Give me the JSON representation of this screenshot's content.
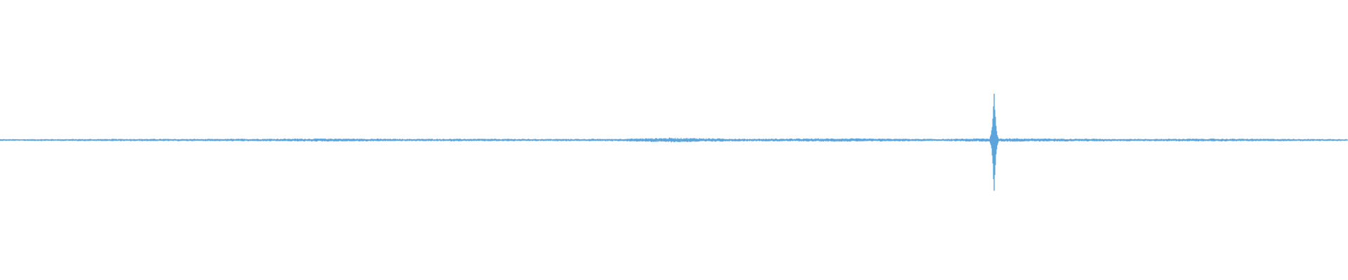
{
  "waveform": {
    "color": "#5ba4dc",
    "background": "#ffffff",
    "baseline_amplitude": 0.025,
    "segments": [
      {
        "at": 0.0,
        "amplitude": 0.02
      },
      {
        "at": 0.05,
        "amplitude": 0.022
      },
      {
        "at": 0.1,
        "amplitude": 0.026
      },
      {
        "at": 0.15,
        "amplitude": 0.024
      },
      {
        "at": 0.205,
        "amplitude": 0.03
      },
      {
        "at": 0.248,
        "amplitude": 0.034
      },
      {
        "at": 0.3,
        "amplitude": 0.026
      },
      {
        "at": 0.335,
        "amplitude": 0.028
      },
      {
        "at": 0.4,
        "amplitude": 0.025
      },
      {
        "at": 0.455,
        "amplitude": 0.026
      },
      {
        "at": 0.499,
        "amplitude": 0.05
      },
      {
        "at": 0.55,
        "amplitude": 0.028
      },
      {
        "at": 0.625,
        "amplitude": 0.036
      },
      {
        "at": 0.7,
        "amplitude": 0.024
      },
      {
        "at": 0.737,
        "amplitude": 0.04
      },
      {
        "at": 0.769,
        "amplitude": 0.034
      },
      {
        "at": 0.85,
        "amplitude": 0.025
      },
      {
        "at": 0.89,
        "amplitude": 0.03
      },
      {
        "at": 0.95,
        "amplitude": 0.026
      },
      {
        "at": 1.0,
        "amplitude": 0.022
      }
    ],
    "spike": {
      "at": 0.7375,
      "up": 0.42,
      "down": 0.45
    }
  }
}
